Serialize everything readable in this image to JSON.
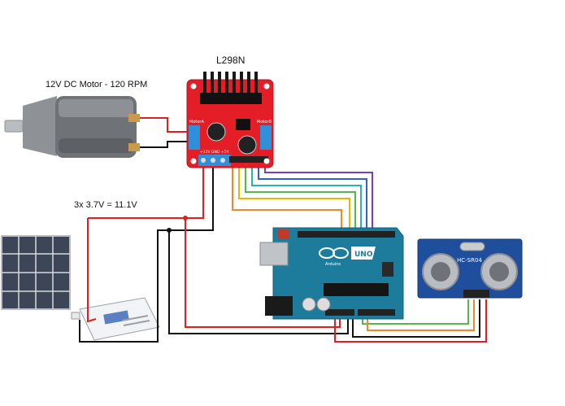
{
  "labels": {
    "driver_title": "L298N",
    "motor_caption": "12V DC Motor - 120 RPM",
    "battery_caption": "3x 3.7V = 11.1V"
  },
  "board_text": {
    "l298n_motor_a": "MotorA",
    "l298n_motor_b": "MotorB",
    "l298n_power_terminals": "+12V  GND  +5V",
    "arduino_brand": "Arduino",
    "arduino_model": "UNO",
    "sensor_model": "HC-SR04"
  },
  "colors": {
    "power_wire": "#e02020",
    "ground_wire": "#111111",
    "l298n_board": "#e41e26",
    "arduino_board": "#1d7c9c",
    "sensor_board": "#1e4e9c",
    "wire_purple": "#7b3fb5",
    "wire_blue": "#2f62c8",
    "wire_teal": "#2bb3b3",
    "wire_green": "#54b948",
    "wire_yellow": "#e6b800",
    "wire_orange": "#f08a24"
  }
}
